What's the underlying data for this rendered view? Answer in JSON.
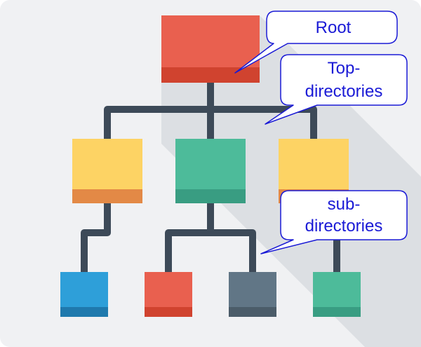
{
  "diagram": {
    "colors": {
      "background": "#f0f1f3",
      "shadow": "#dcdfe3",
      "connector": "#3d4a58",
      "callout_fill": "#ffffff",
      "callout_border": "#1a1ad6",
      "callout_text": "#1a1ad6"
    },
    "nodes": [
      {
        "id": "root",
        "level": "root",
        "top": "#e9604f",
        "band": "#d0432f"
      },
      {
        "id": "top-left",
        "level": "top-directory",
        "top": "#fdd364",
        "band": "#e38946"
      },
      {
        "id": "top-center",
        "level": "top-directory",
        "top": "#4dbb9a",
        "band": "#399d82"
      },
      {
        "id": "top-right",
        "level": "top-directory",
        "top": "#fdd364",
        "band": "#e38946"
      },
      {
        "id": "sub-1",
        "level": "sub-directory",
        "top": "#2e9fd9",
        "band": "#1f79ad"
      },
      {
        "id": "sub-2",
        "level": "sub-directory",
        "top": "#e9604f",
        "band": "#d0432f"
      },
      {
        "id": "sub-3",
        "level": "sub-directory",
        "top": "#617686",
        "band": "#4b5c69"
      },
      {
        "id": "sub-4",
        "level": "sub-directory",
        "top": "#4dbb9a",
        "band": "#399d82"
      }
    ],
    "callouts": {
      "root": {
        "lines": [
          "Root"
        ]
      },
      "top": {
        "lines": [
          "Top-",
          "directories"
        ]
      },
      "sub": {
        "lines": [
          "sub-",
          "directories"
        ]
      }
    }
  }
}
